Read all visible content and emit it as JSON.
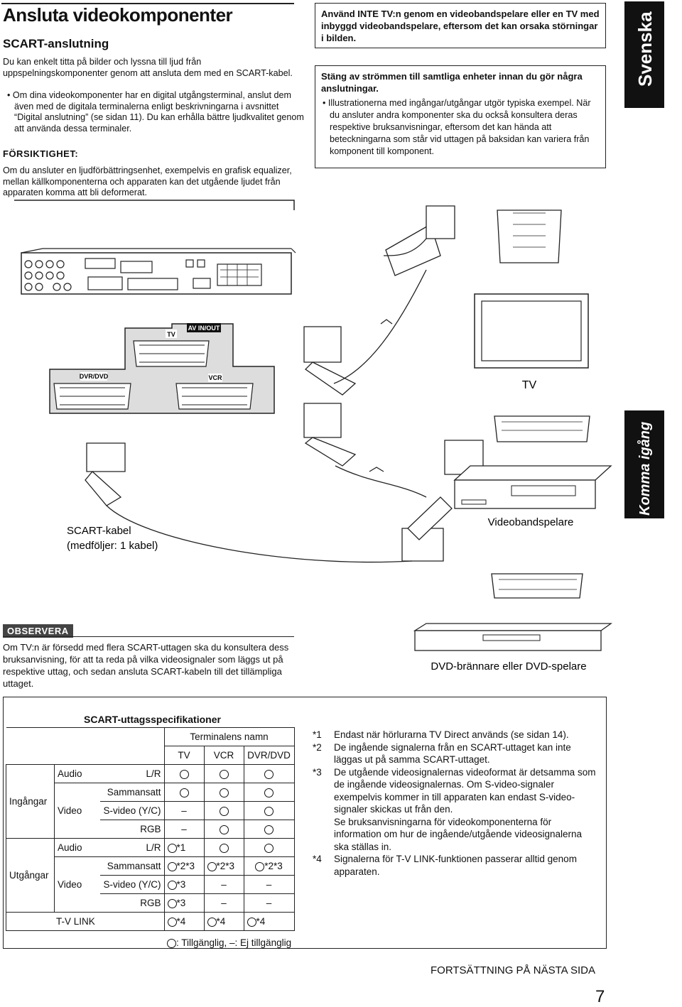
{
  "title": "Ansluta videokomponenter",
  "subtitle": "SCART-anslutning",
  "intro": "Du kan enkelt titta på bilder och lyssna till ljud från uppspelningskomponenter genom att ansluta dem med en SCART-kabel.",
  "bullet1": "• Om dina videokomponenter har en digital utgångsterminal, anslut dem även med de digitala terminalerna enligt beskrivningarna i avsnittet “Digital anslutning” (se sidan 11). Du kan erhålla bättre ljudkvalitet genom att använda dessa terminaler.",
  "caution_heading": "FÖRSIKTIGHET:",
  "caution_text": "Om du ansluter en ljudförbättringsenhet, exempelvis en grafisk equalizer, mellan källkomponenterna och apparaten kan det utgående ljudet från apparaten komma att bli deformerat.",
  "warn1": "Använd INTE TV:n genom en videobandspelare eller en TV med inbyggd videobandspelare, eftersom det kan orsaka störningar i bilden.",
  "warn2_bold": "Stäng av strömmen till samtliga enheter innan du gör några anslutningar.",
  "warn2_bullet": "• Illustrationerna med ingångar/utgångar utgör typiska exempel. När du ansluter andra komponenter ska du också konsultera deras respektive bruksanvisningar, eftersom det kan hända att beteckningarna som står vid uttagen på baksidan kan variera från komponent till komponent.",
  "tab_language": "Svenska",
  "tab_section": "Komma igång",
  "diagram": {
    "panel_tv": "TV",
    "panel_av": "AV IN/OUT",
    "panel_dvd": "DVR/DVD",
    "panel_vcr": "VCR",
    "cable_label_1": "SCART-kabel",
    "cable_label_2": "(medföljer: 1 kabel)",
    "tv_label": "TV",
    "vcr_label": "Videobandspelare",
    "dvd_label": "DVD-brännare eller DVD-spelare"
  },
  "note_badge": "OBSERVERA",
  "note_text": "Om TV:n är försedd med flera SCART-uttagen ska du konsultera dess bruksanvisning, för att ta reda på vilka videosignaler som läggs ut på respektive uttag, och sedan ansluta SCART-kabeln till det tillämpliga uttaget.",
  "spec": {
    "title": "SCART-uttagsspecifikationer",
    "header_group": "Terminalens namn",
    "headers": [
      "TV",
      "VCR",
      "DVR/DVD"
    ],
    "inputs_label": "Ingångar",
    "outputs_label": "Utgångar",
    "audio": "Audio",
    "video": "Video",
    "lr": "L/R",
    "composite": "Sammansatt",
    "svideo": "S-video (Y/C)",
    "rgb": "RGB",
    "tvlink": "T-V LINK",
    "dash": "–",
    "out_lr_tv": "*1",
    "out_comp": "*2*3",
    "out_sv_tv": "*3",
    "out_rgb_tv": "*3",
    "link": "*4",
    "legend": ": Tillgänglig, –: Ej tillgänglig"
  },
  "footnotes": [
    {
      "k": "*1",
      "t": "Endast när hörlurarna TV Direct används (se sidan 14)."
    },
    {
      "k": "*2",
      "t": "De ingående signalerna från en SCART-uttaget kan inte läggas ut på samma SCART-uttaget."
    },
    {
      "k": "*3",
      "t": "De utgående videosignalernas videoformat är detsamma som de ingående videosignalernas. Om S-video-signaler exempelvis kommer in till apparaten kan endast S-video-signaler skickas ut från den."
    },
    {
      "k": "",
      "t": "Se bruksanvisningarna för videokomponenterna för information om hur de ingående/utgående videosignalerna ska ställas in."
    },
    {
      "k": "*4",
      "t": "Signalerna för T-V LINK-funktionen passerar alltid genom apparaten."
    }
  ],
  "continued": "FORTSÄTTNING PÅ NÄSTA SIDA",
  "page_number": "7"
}
